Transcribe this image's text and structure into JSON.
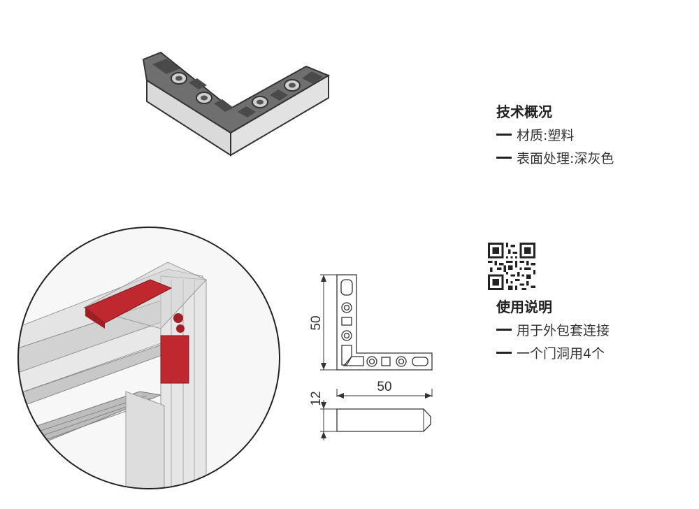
{
  "tech_overview": {
    "heading": "技术概况",
    "items": [
      "材质:塑料",
      "表面处理:深灰色"
    ]
  },
  "usage": {
    "heading": "使用说明",
    "items": [
      "用于外包套连接",
      "一个门洞用4个"
    ]
  },
  "dimensions": {
    "height": "50",
    "width": "50",
    "thickness": "12"
  },
  "colors": {
    "part_gray": "#dcdcdc",
    "part_dark": "#6e6e6e",
    "highlight_red": "#c0282f"
  }
}
